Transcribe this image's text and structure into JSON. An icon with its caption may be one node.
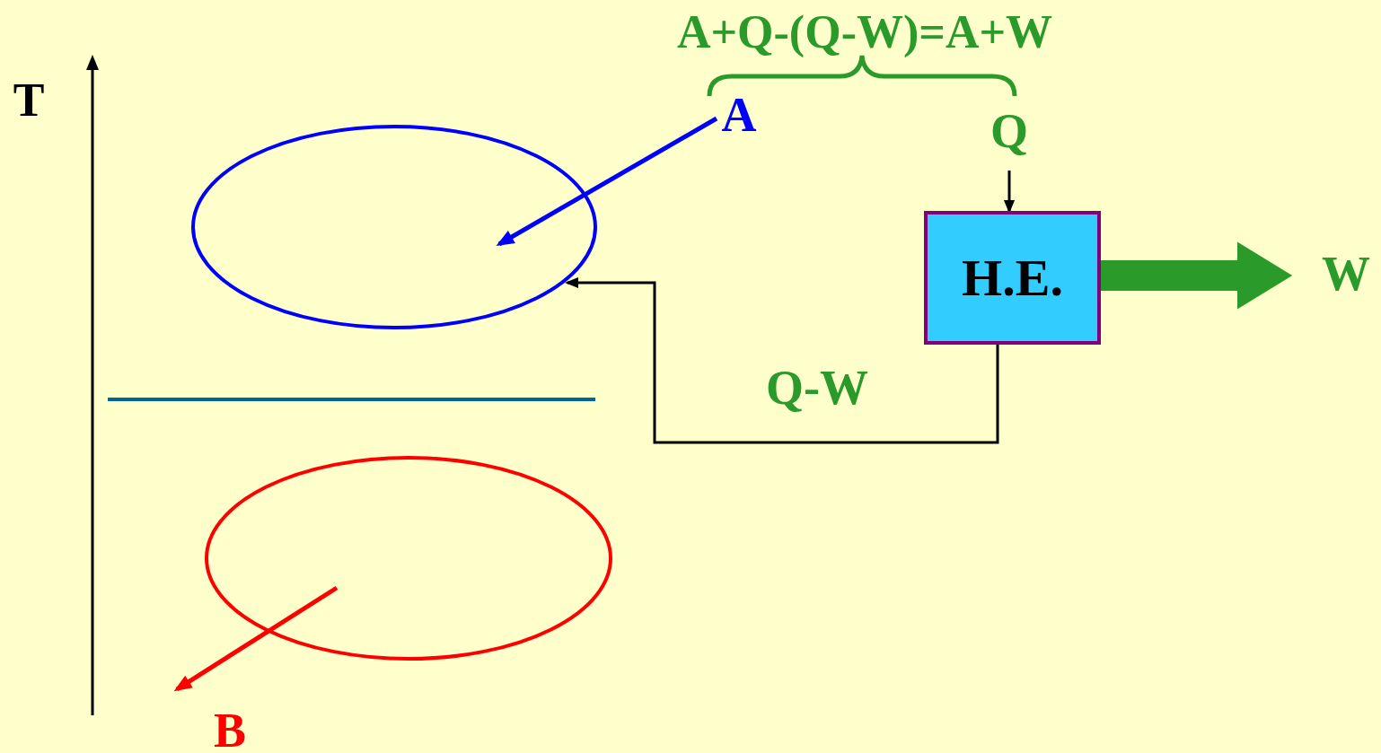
{
  "diagram": {
    "nodes": [
      {
        "text": [
          "A"
        ]
      },
      {
        "text": [],
        "shape": "ellipse"
      },
      {
        "text": [],
        "shape": "ellipse"
      },
      {
        "text": [
          "B"
        ]
      },
      {
        "text": [
          "Q"
        ]
      },
      {
        "text": [
          "H.E."
        ]
      },
      {
        "text": [
          "W"
        ]
      }
    ],
    "edges": [
      {
        "from": 0,
        "to": 1,
        "arrow": "to",
        "color": "#0000ff"
      },
      {
        "from": 2,
        "to": 3,
        "arrow": "to",
        "color": "#ff0000"
      },
      {
        "from": 4,
        "to": 5,
        "arrow": "to"
      },
      {
        "from": 5,
        "to": 6,
        "arrow": "to",
        "style": "thick",
        "color": "#2a9a2a"
      },
      {
        "from": 5,
        "to": 1,
        "arrow": "to",
        "label": "Q-W"
      }
    ],
    "labels": [
      "A+Q-(Q-W)=A+W",
      "T"
    ]
  }
}
